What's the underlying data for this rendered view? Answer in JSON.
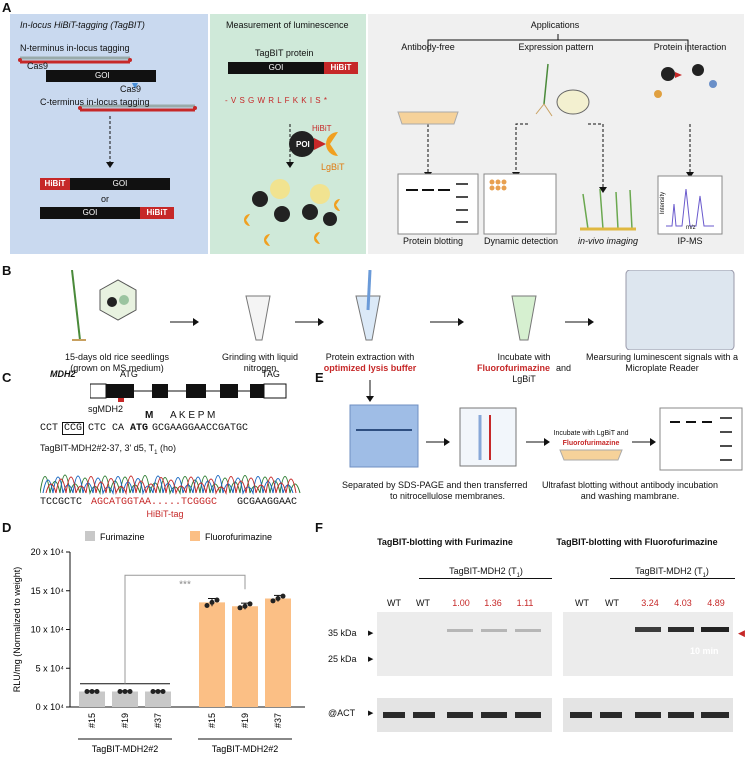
{
  "panels": {
    "A": "A",
    "B": "B",
    "C": "C",
    "D": "D",
    "E": "E",
    "F": "F"
  },
  "panel_a": {
    "box1_title": "In-locus HiBiT-tagging (TagBIT)",
    "n_term": "N-terminus in-locus tagging",
    "c_term": "C-terminus in-locus tagging",
    "cas9_1": "Cas9",
    "cas9_2": "Cas9",
    "goi": "GOI",
    "hibit": "HiBiT",
    "or": "or",
    "box2_title": "Measurement of luminescence",
    "tagbit_protein": "TagBIT protein",
    "peptide": "- V S G W R L F K K I S *",
    "poi": "POI",
    "lgbit": "LgBiT",
    "applications": "Applications",
    "app1": "Antibody-free",
    "app2": "Expression pattern",
    "app3": "Protein interaction",
    "out1": "Protein blotting",
    "out2": "Dynamic detection",
    "out3": "in-vivo imaging",
    "out4": "IP-MS",
    "ms_y": "Intensity",
    "ms_x": "m/z"
  },
  "panel_b": {
    "s1": "15-days old rice seedlings",
    "s1b": "(grown on MS medium)",
    "s2": "Grinding with liquid",
    "s2b": "nitrogen",
    "s3": "Protein extraction with",
    "s3b": "optimized lysis buffer",
    "s4": "Incubate with",
    "s4b": "Fluorofurimazine",
    "s4c": "and",
    "s4d": "LgBiT",
    "s5": "Mearsuring luminescent signals with a",
    "s5b": "Microplate Reader"
  },
  "panel_c": {
    "gene": "MDH2",
    "atg": "ATG",
    "tag": "TAG",
    "sg": "sgMDH2",
    "seq_pre": "CCT",
    "seq_box": "CCG",
    "seq_mid": "CTC CA",
    "seq_atg": "ATG",
    "seq_post": "GCGAAGGAACCGATGC",
    "aa_m": "M",
    "aa_rest": "A    K    E    P    M",
    "trace_label": "TagBIT-MDH2#2-37, 3' d5, T",
    "trace_sub": "1",
    "trace_suffix": " (ho)",
    "read_a": "TCCGCTC",
    "read_red": "AGCATGGTAA.....TCGGGC",
    "read_b": "GCGAAGGAAC",
    "hibit_tag": "HiBiT-tag"
  },
  "panel_e": {
    "cap1": "Separated by SDS-PAGE and then transferred",
    "cap1b": "to nitrocellulose membranes.",
    "inc1": "Incubate with LgBiT and",
    "inc2": "Fluorofurimazine",
    "cap2": "Ultrafast blotting without antibody incubation",
    "cap2b": "and washing mambrane."
  },
  "chart_data": {
    "type": "bar",
    "categories": [
      "#15",
      "#19",
      "#37",
      "#15",
      "#19",
      "#37"
    ],
    "series": [
      {
        "name": "Furimazine",
        "values": [
          2.0,
          2.0,
          2.0,
          null,
          null,
          null
        ],
        "color": "#c8c8c8"
      },
      {
        "name": "Fluorofurimazine",
        "values": [
          null,
          null,
          null,
          13.5,
          13.0,
          14.0
        ],
        "color": "#fbbf85"
      }
    ],
    "errors": [
      0.1,
      0.1,
      0.1,
      0.5,
      0.4,
      0.4
    ],
    "points": [
      [
        2.0,
        2.0,
        2.0
      ],
      [
        2.0,
        2.0,
        2.0
      ],
      [
        2.0,
        2.0,
        2.0
      ],
      [
        13.1,
        13.5,
        13.8
      ],
      [
        12.8,
        13.0,
        13.3
      ],
      [
        13.7,
        14.0,
        14.3
      ]
    ],
    "ylabel": "RLU/mg (Normalized to weight)",
    "yticks": [
      "0 x 10⁴",
      "5 x 10⁴",
      "10 x 10⁴",
      "15 x 10⁴",
      "20 x 10⁴"
    ],
    "ylim": [
      0,
      20
    ],
    "group_labels": [
      "TagBIT-MDH2#2",
      "TagBIT-MDH2#2"
    ],
    "significance": "***",
    "legend_position": "top"
  },
  "panel_f": {
    "title1": "TagBIT-blotting with Furimazine",
    "title2": "TagBIT-blotting with Fluorofurimazine",
    "wt": "WT",
    "group": "TagBIT-MDH2 (T",
    "group_sub": "1",
    "group_end": ")",
    "vals1": [
      "1.00",
      "1.36",
      "1.11"
    ],
    "vals2": [
      "3.24",
      "4.03",
      "4.89"
    ],
    "kda35": "35 kDa",
    "kda25": "25 kDa",
    "time": "10 min",
    "act": "@ACT"
  }
}
